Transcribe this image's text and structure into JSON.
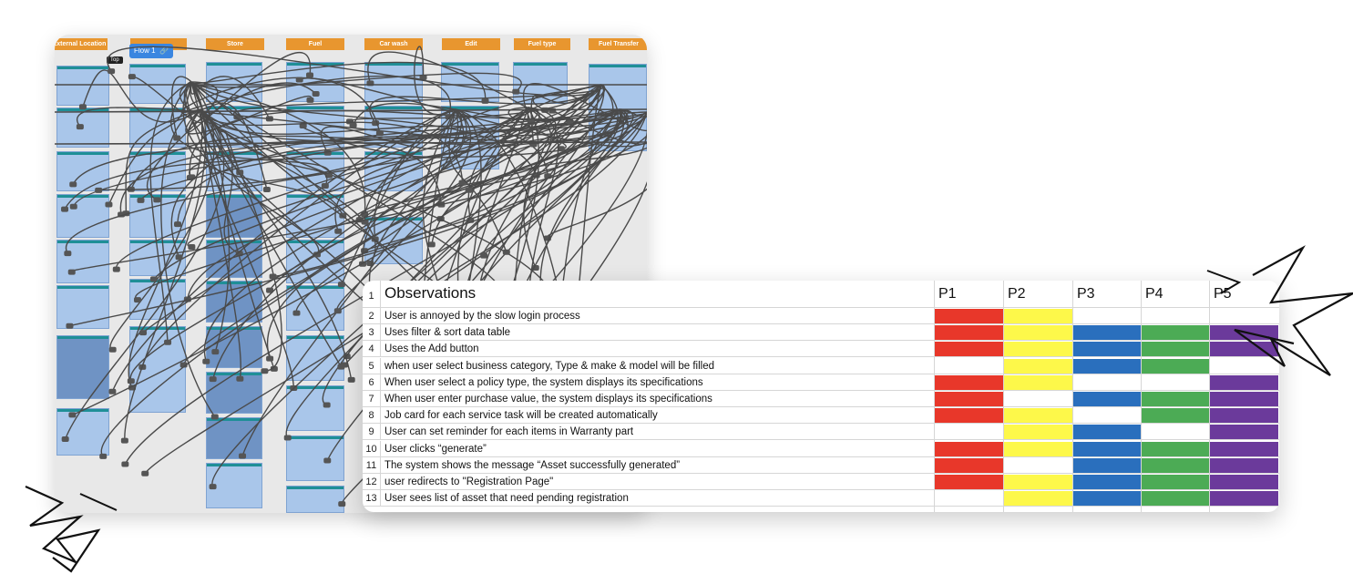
{
  "canvas": {
    "column_headers": [
      "External Location",
      "",
      "Store",
      "Fuel",
      "Car wash",
      "Edit",
      "Fuel type",
      "Fuel Transfer"
    ],
    "flow_badge": "Flow 1",
    "tooltip": "Top"
  },
  "sheet": {
    "header": "Observations",
    "participants": [
      "P1",
      "P2",
      "P3",
      "P4",
      "P5"
    ],
    "colors": {
      "P1": "#e8372a",
      "P2": "#fdf84a",
      "P3": "#2a6fbd",
      "P4": "#4cab55",
      "P5": "#6b3a9b"
    },
    "rows": [
      {
        "n": "2",
        "text": "User is annoyed by the slow login process",
        "marks": [
          1,
          1,
          0,
          0,
          0
        ]
      },
      {
        "n": "3",
        "text": "Uses filter & sort data table",
        "marks": [
          1,
          1,
          1,
          1,
          1
        ]
      },
      {
        "n": "4",
        "text": "Uses the Add button",
        "marks": [
          1,
          1,
          1,
          1,
          1
        ]
      },
      {
        "n": "5",
        "text": "when user select business category, Type & make & model will be filled",
        "marks": [
          0,
          1,
          1,
          1,
          0
        ]
      },
      {
        "n": "6",
        "text": "When user select a policy type, the system displays its specifications",
        "marks": [
          1,
          1,
          0,
          0,
          1
        ]
      },
      {
        "n": "7",
        "text": "When user enter purchase value, the system displays its specifications",
        "marks": [
          1,
          0,
          1,
          1,
          1
        ]
      },
      {
        "n": "8",
        "text": "Job card for each service task will be created automatically",
        "marks": [
          1,
          1,
          0,
          1,
          1
        ]
      },
      {
        "n": "9",
        "text": "User can set reminder for each items in Warranty part",
        "marks": [
          0,
          1,
          1,
          0,
          1
        ]
      },
      {
        "n": "10",
        "text": "User clicks “generate”",
        "marks": [
          1,
          1,
          1,
          1,
          1
        ]
      },
      {
        "n": "11",
        "text": "The system shows the message “Asset successfully generated”",
        "marks": [
          1,
          0,
          1,
          1,
          1
        ]
      },
      {
        "n": "12",
        "text": "user redirects to \"Registration Page\"",
        "marks": [
          1,
          1,
          1,
          1,
          1
        ]
      },
      {
        "n": "13",
        "text": "User sees list of asset that need pending registration",
        "marks": [
          0,
          1,
          1,
          1,
          1
        ]
      }
    ]
  }
}
